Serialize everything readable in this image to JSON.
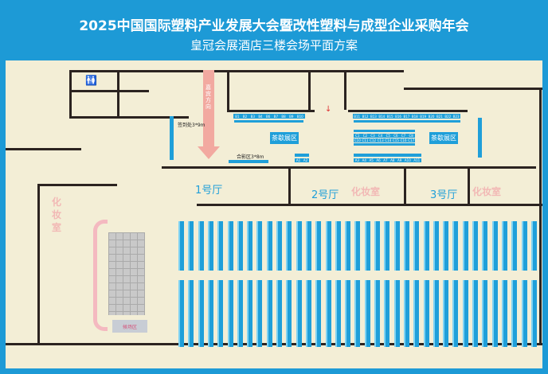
{
  "title": "2025中国国际塑料产业发展大会暨改性塑料与成型企业采购年会",
  "subtitle": "皇冠会展酒店三楼会场平面方案",
  "labels": {
    "guest_direction": "嘉宾方向",
    "signin": "签到处3*9m",
    "photo": "合影区3*8m",
    "tea_left": "茶歇展区",
    "tea_right": "茶歇展区",
    "hall1": "1号厅",
    "hall2": "2号厅",
    "hall3": "3号厅",
    "makeup_left": "化妆室",
    "makeup_mid": "化妆室",
    "makeup_right": "化妆室",
    "waiting": "候场区"
  },
  "booths": {
    "b_left": [
      "B1",
      "B2",
      "B3",
      "B4",
      "B6",
      "B7",
      "B8",
      "B9",
      "B10"
    ],
    "b_right": [
      "B11",
      "B12",
      "B13",
      "B14",
      "B15",
      "B16",
      "B17",
      "B18",
      "B19",
      "B20",
      "B21",
      "B22",
      "B23"
    ],
    "c_top": [
      "C1",
      "C2",
      "C3",
      "C4",
      "C5",
      "C6",
      "C7",
      "C8"
    ],
    "c_bottom": [
      "C10",
      "C11",
      "C12",
      "C13",
      "C14",
      "C15",
      "C16",
      "C17"
    ],
    "a_left": [
      "A1",
      "A2"
    ],
    "a_right": [
      "A3",
      "A4",
      "A5",
      "A6",
      "A7",
      "A8",
      "A9",
      "A10",
      "A11"
    ]
  },
  "colors": {
    "accent": "#1f9fd9",
    "wall": "#2b2320",
    "floor": "#f3eed6",
    "makeup": "#f2b8b5"
  }
}
